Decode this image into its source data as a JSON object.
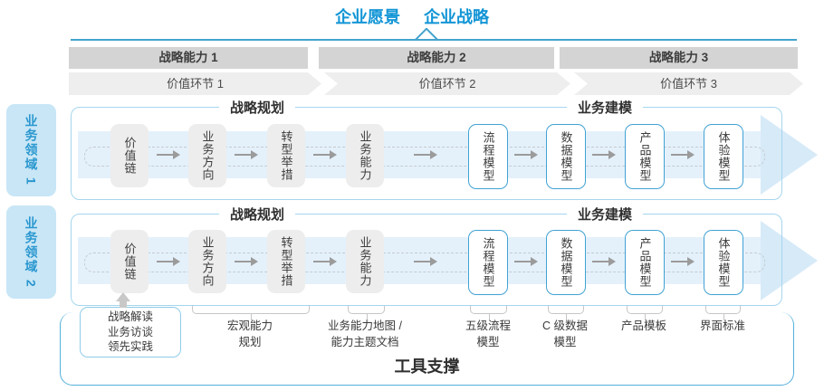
{
  "title": {
    "vision": "企业愿景",
    "strategy": "企业战略"
  },
  "capabilities": [
    "战略能力 1",
    "战略能力 2",
    "战略能力 3"
  ],
  "value_links": [
    "价值环节 1",
    "价值环节 2",
    "价值环节 3"
  ],
  "domains": [
    "业务领域 1",
    "业务领域 2"
  ],
  "sections": {
    "planning": "战略规划",
    "modeling": "业务建模"
  },
  "boxes": [
    "价值链",
    "业务方向",
    "转型举措",
    "业务能力",
    "流程模型",
    "数据模型",
    "产品模型",
    "体验模型"
  ],
  "annotations": {
    "source": "战略解读\n业务访谈\n领先实践",
    "items": [
      "宏观能力\n规划",
      "业务能力地图 /\n能力主题文档",
      "五级流程\n模型",
      "C 级数据\n模型",
      "产品模板",
      "界面标准"
    ]
  },
  "tool_support": "工具支撑",
  "colors": {
    "accent_blue": "#1295d6",
    "line_blue": "#44a3cd",
    "panel_border": "#a5d6ee",
    "band": "#e4f1fb",
    "arrowhead": "#d7eaf8",
    "box_gray": "#ededed",
    "box_border_blue": "#41a2d3",
    "bar_gray": "#d4d4d4",
    "chevron_gray": "#eeeeee",
    "domain_bg": "#c8e6f6"
  }
}
